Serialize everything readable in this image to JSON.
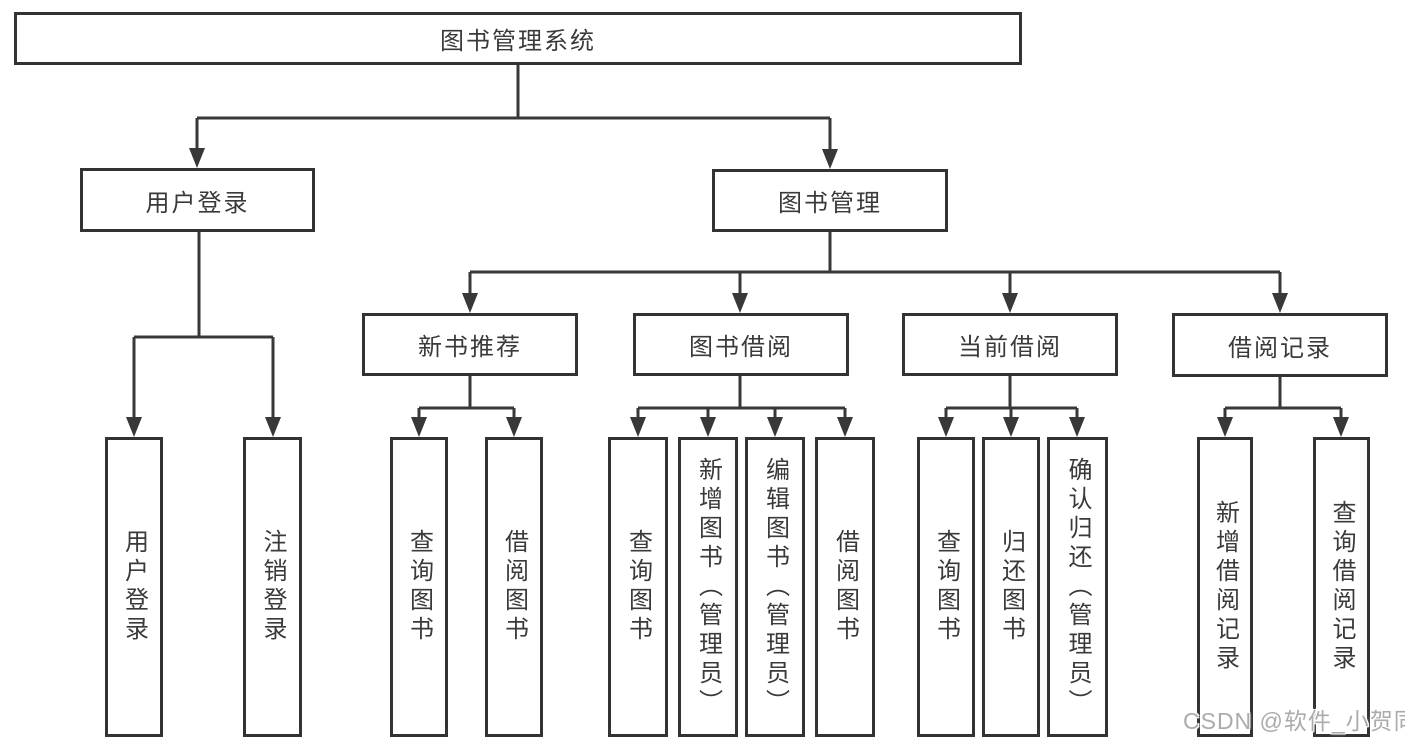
{
  "tree": {
    "label": "图书管理系统",
    "children": [
      {
        "label": "用户登录",
        "children": [
          {
            "label": "用户登录"
          },
          {
            "label": "注销登录"
          }
        ]
      },
      {
        "label": "图书管理",
        "children": [
          {
            "label": "新书推荐",
            "children": [
              {
                "label": "查询图书"
              },
              {
                "label": "借阅图书"
              }
            ]
          },
          {
            "label": "图书借阅",
            "children": [
              {
                "label": "查询图书"
              },
              {
                "label": "新增图书（管理员）"
              },
              {
                "label": "编辑图书（管理员）"
              },
              {
                "label": "借阅图书"
              }
            ]
          },
          {
            "label": "当前借阅",
            "children": [
              {
                "label": "查询图书"
              },
              {
                "label": "归还图书"
              },
              {
                "label": "确认归还（管理员）"
              }
            ]
          },
          {
            "label": "借阅记录",
            "children": [
              {
                "label": "新增借阅记录"
              },
              {
                "label": "查询借阅记录"
              }
            ]
          }
        ]
      }
    ]
  },
  "watermark": {
    "text": "CSDN @软件_小贺同学"
  },
  "colors": {
    "line": "#383838",
    "border": "#333333",
    "text": "#3a3a3a",
    "background": "#ffffff",
    "watermark": "#ababab"
  }
}
